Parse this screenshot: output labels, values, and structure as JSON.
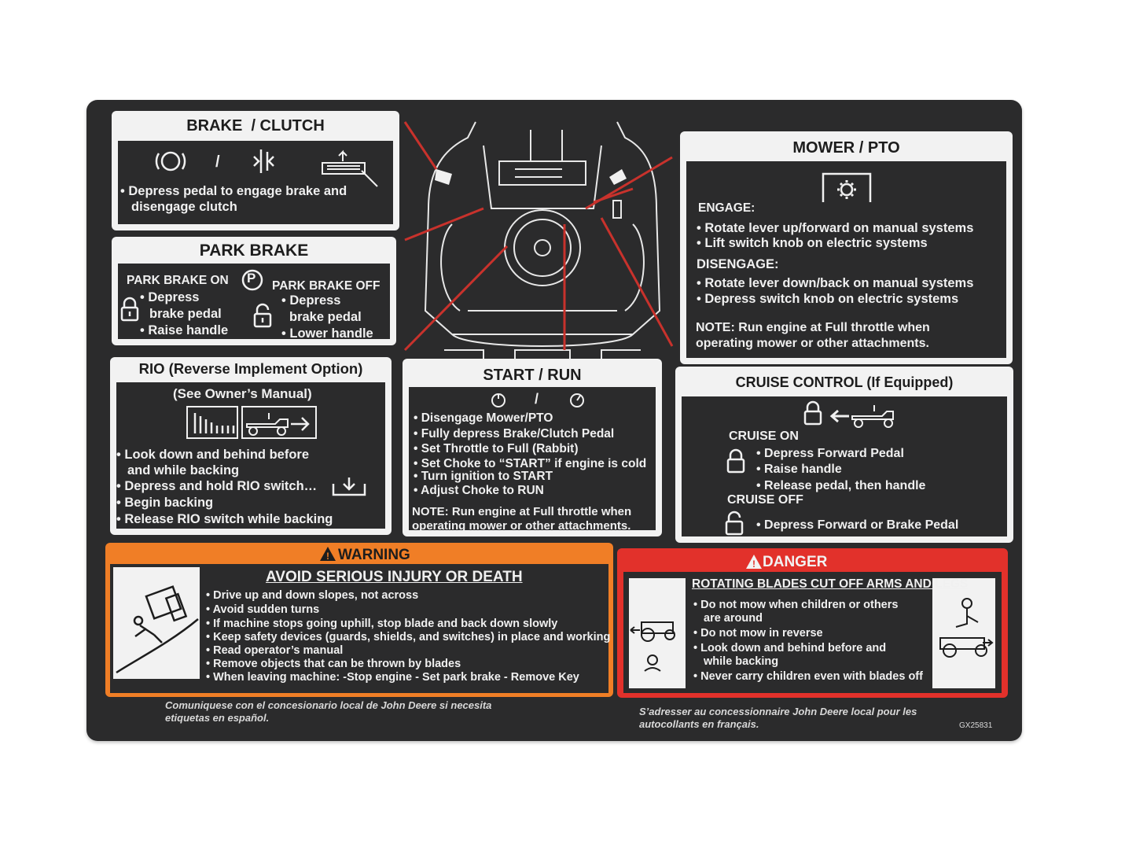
{
  "brake_clutch": {
    "title": "BRAKE  / CLUTCH",
    "slash": "/",
    "lines": [
      "• Depress pedal to engage brake and",
      "disengage clutch"
    ]
  },
  "park_brake": {
    "title": "PARK BRAKE",
    "on_label": "PARK BRAKE ON",
    "off_label": "PARK BRAKE OFF",
    "p_symbol": "P",
    "on_steps": [
      "• Depress",
      "brake pedal",
      "• Raise handle"
    ],
    "off_steps": [
      "• Depress",
      "brake pedal",
      "• Lower handle"
    ]
  },
  "rio": {
    "title": "RIO (Reverse Implement Option)",
    "subtitle": "(See Owner’s Manual)",
    "lines": [
      "• Look down and behind before",
      "and while backing",
      "• Depress and hold RIO switch…",
      "• Begin backing",
      "• Release RIO switch while backing"
    ]
  },
  "start_run": {
    "title": "START / RUN",
    "slash": "/",
    "lines": [
      "• Disengage Mower/PTO",
      "• Fully depress Brake/Clutch Pedal",
      "• Set Throttle to Full (Rabbit)",
      "• Set Choke to “START” if engine is cold",
      "• Turn ignition to START",
      "• Adjust Choke to RUN"
    ],
    "note": [
      "NOTE: Run engine at Full throttle when",
      "operating mower or other attachments."
    ]
  },
  "mower_pto": {
    "title": "MOWER / PTO",
    "engage_label": "ENGAGE:",
    "engage": [
      "• Rotate lever up/forward on manual systems",
      "• Lift switch knob on electric systems"
    ],
    "disengage_label": "DISENGAGE:",
    "disengage": [
      "• Rotate lever down/back on manual systems",
      "• Depress switch knob on electric systems"
    ],
    "note": [
      "NOTE: Run engine at Full throttle when",
      "operating mower or other attachments."
    ]
  },
  "cruise": {
    "title": "CRUISE CONTROL (If Equipped)",
    "on_label": "CRUISE ON",
    "on_steps": [
      "• Depress Forward Pedal",
      "• Raise handle",
      "• Release pedal, then handle"
    ],
    "off_label": "CRUISE OFF",
    "off_steps": [
      "• Depress Forward or Brake Pedal"
    ]
  },
  "warning": {
    "title": "WARNING",
    "headline": "AVOID SERIOUS INJURY OR DEATH",
    "lines": [
      "• Drive up and down slopes, not across",
      "• Avoid sudden turns",
      "• If machine stops going uphill, stop blade and back down slowly",
      "• Keep safety devices (guards, shields, and switches) in place and working",
      "• Read operator’s manual",
      "• Remove objects that can be thrown by blades",
      "• When leaving machine: -Stop engine - Set park brake - Remove Key"
    ],
    "color": "#f07e26"
  },
  "danger": {
    "title": "DANGER",
    "headline": "ROTATING BLADES CUT OFF ARMS AND LEGS",
    "lines": [
      "• Do not mow when children or others",
      "are around",
      "• Do not mow in reverse",
      "• Look down and behind before and",
      "while backing",
      "• Never carry children even with blades off"
    ],
    "color": "#e2312b"
  },
  "footer": {
    "spanish": [
      "Comuniquese con el concesionario local de John Deere si necesita",
      "etiquetas en español."
    ],
    "french": [
      "S’adresser au concessionnaire John Deere local pour les",
      "autocollants en français."
    ],
    "part_number": "GX25831"
  },
  "colors": {
    "decal_bg": "#2b2b2c",
    "panel": "#f2f2f2",
    "arrow": "#c8322c"
  }
}
